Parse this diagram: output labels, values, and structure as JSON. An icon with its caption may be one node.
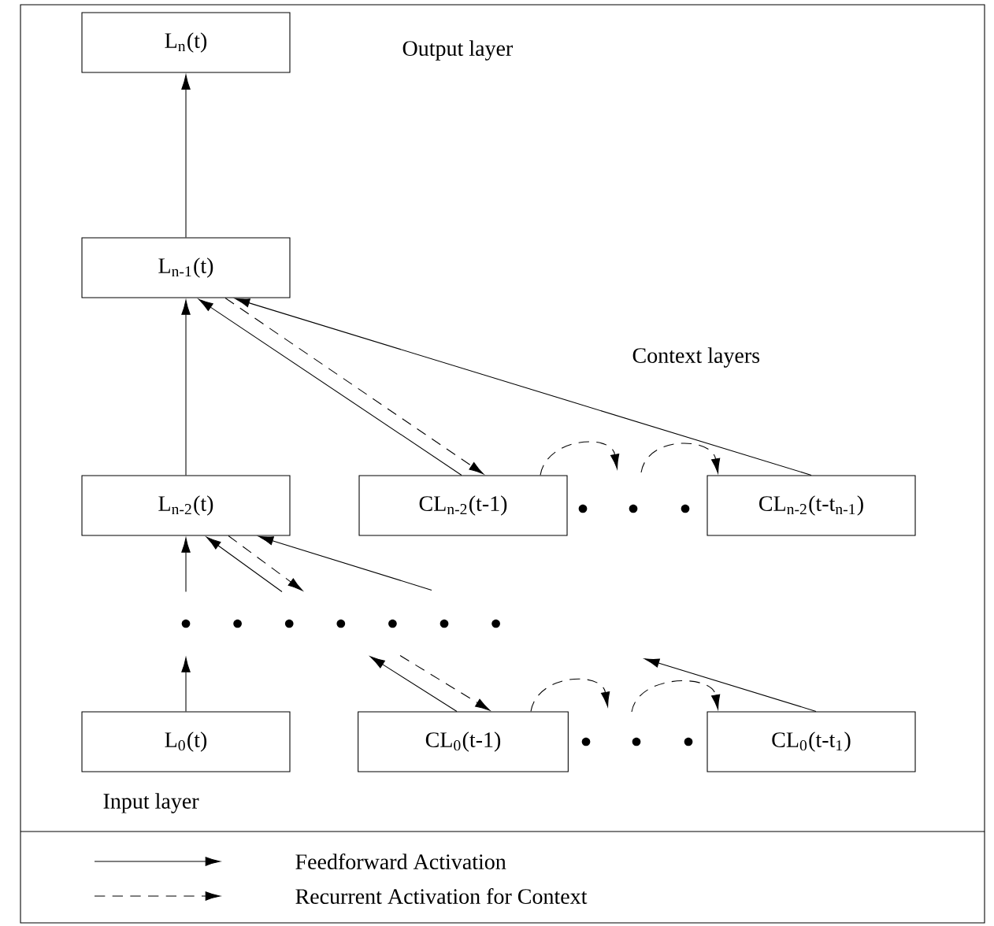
{
  "diagram": {
    "nodes": [
      {
        "text": [
          "L$_{n}$(t)"
        ]
      },
      {
        "text": [
          "L$_{n-1}$(t)"
        ]
      },
      {
        "text": [
          "L$_{n-2}$(t)"
        ]
      },
      {
        "text": [
          "CL$_{n-2}$(t-1)"
        ]
      },
      {
        "text": [
          "CL$_{n-2}$(t-t$_{n-1}$)"
        ]
      },
      {
        "text": [],
        "shape": "dots"
      },
      {
        "text": [
          "L$_{0}$(t)"
        ]
      },
      {
        "text": [
          "CL$_{0}$(t-1)"
        ]
      },
      {
        "text": [
          "CL$_{0}$(t-t$_{1}$)"
        ]
      }
    ],
    "edges": [
      {
        "from": 1,
        "to": 0,
        "arrow": "to"
      },
      {
        "from": 2,
        "to": 1,
        "arrow": "to"
      },
      {
        "from": 3,
        "to": 1,
        "arrow": "to"
      },
      {
        "from": 1,
        "to": 3,
        "arrow": "to",
        "style": "dashed"
      },
      {
        "from": 4,
        "to": 1,
        "arrow": "to"
      },
      {
        "from": 3,
        "to": null,
        "arrow": "to",
        "style": "dashed"
      },
      {
        "from": null,
        "to": 4,
        "arrow": "to",
        "style": "dashed"
      },
      {
        "from": 5,
        "to": 2,
        "arrow": "to"
      },
      {
        "from": 5,
        "to": 2,
        "arrow": "to"
      },
      {
        "from": 2,
        "to": 5,
        "arrow": "to",
        "style": "dashed"
      },
      {
        "from": 5,
        "to": 2,
        "arrow": "to"
      },
      {
        "from": 6,
        "to": 5,
        "arrow": "to"
      },
      {
        "from": 7,
        "to": 5,
        "arrow": "to"
      },
      {
        "from": 5,
        "to": 7,
        "arrow": "to",
        "style": "dashed"
      },
      {
        "from": 7,
        "to": null,
        "arrow": "to",
        "style": "dashed"
      },
      {
        "from": null,
        "to": 8,
        "arrow": "to",
        "style": "dashed"
      },
      {
        "from": 8,
        "to": null,
        "arrow": "to"
      }
    ],
    "labels": [
      "Output layer",
      "Context layers",
      "Input layer"
    ],
    "legend": [
      {
        "text": "Feedforward Activation"
      },
      {
        "text": "Recurrent Activation for Context"
      }
    ]
  }
}
